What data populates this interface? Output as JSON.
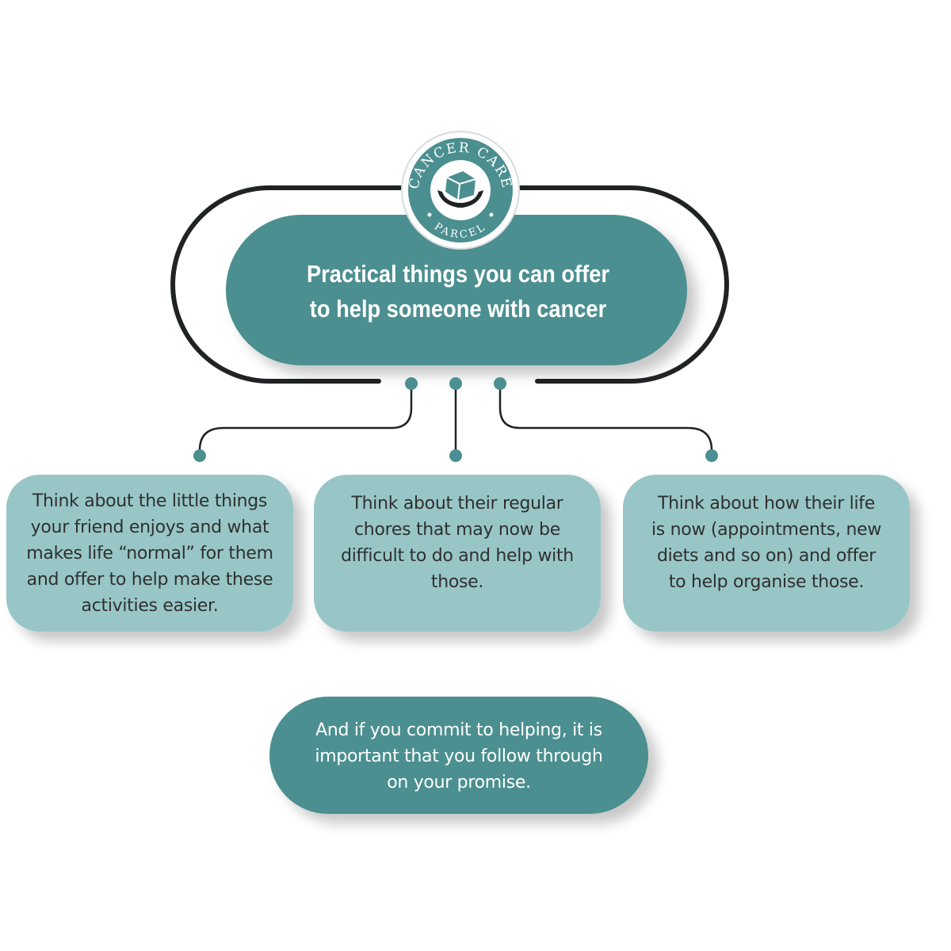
{
  "logo": {
    "top_text": "CANCER CARE",
    "bottom_text": "PARCEL",
    "icon": "hands-holding-parcel-icon"
  },
  "title": "Practical things you can offer\nto help someone with cancer",
  "tips": [
    {
      "text": "Think about the little things\nyour friend enjoys and what\nmakes life “normal” for them\nand offer to help make these\nactivities easier."
    },
    {
      "text": "Think about their regular\nchores that may now be\ndifficult to do and help with\nthose."
    },
    {
      "text": "Think about how their life\nis now (appointments, new\ndiets and so on) and offer\nto help organise those."
    }
  ],
  "footer_note": "And if you commit to helping, it is\nimportant that you follow through\non your promise.",
  "colors": {
    "teal_dark": "#4b8f90",
    "teal_light": "#98c6c7",
    "line": "#1f2324",
    "text_dark": "#2f2f2f"
  }
}
